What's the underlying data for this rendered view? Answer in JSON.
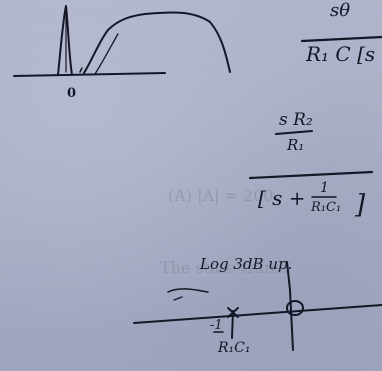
{
  "faint_text": {
    "equation": "(A) |A| = 200",
    "sentence": "The state transi"
  },
  "sketch_top": {
    "origin_label": "0"
  },
  "formula_top": {
    "numerator": "sθ",
    "denominator": "R₁ C [s"
  },
  "formula_mid": {
    "numerator": "s R₂",
    "numerator_under": "R₁",
    "denominator_left": "[ s +",
    "frac_num": "1",
    "frac_den": "R₁C₁",
    "denominator_right": "]"
  },
  "sketch_bottom": {
    "note": "Log 3dB up.",
    "pole_label": "-1",
    "pole_label_under": "R₁C₁"
  },
  "colors": {
    "paper": "#a9aec6",
    "ink": "#141826",
    "faint": "#8d91a8"
  }
}
